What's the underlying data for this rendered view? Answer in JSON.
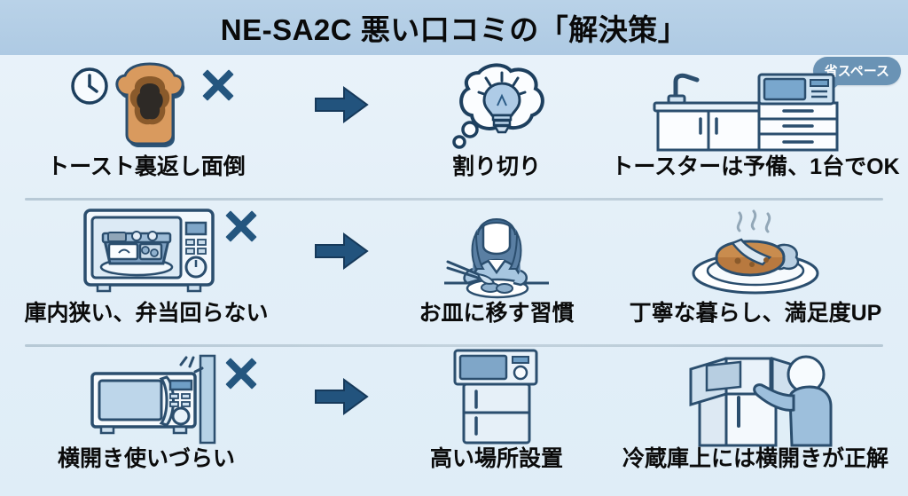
{
  "header": {
    "title": "NE-SA2C 悪い口コミの「解決策」"
  },
  "rows": [
    {
      "id": "row-toast",
      "problem": {
        "label": "トースト裏返し面倒",
        "icon": "burnt-toast-icon",
        "accessory_icon": "clock-icon",
        "mark": "x-mark"
      },
      "arrow": "arrow-right-icon",
      "middle": {
        "label": "割り切り",
        "icon": "thought-bubble-lightbulb-icon"
      },
      "solution": {
        "label": "トースターは予備、1台でOK",
        "icon": "kitchen-counter-microwave-icon",
        "badge": "省スペース"
      }
    },
    {
      "id": "row-bento",
      "problem": {
        "label": "庫内狭い、弁当回らない",
        "icon": "microwave-with-bento-icon",
        "mark": "x-mark"
      },
      "arrow": "arrow-right-icon",
      "middle": {
        "label": "お皿に移す習慣",
        "icon": "person-plating-food-icon"
      },
      "solution": {
        "label": "丁寧な暮らし、満足度UP",
        "icon": "steaming-plated-meal-icon"
      }
    },
    {
      "id": "row-door",
      "problem": {
        "label": "横開き使いづらい",
        "icon": "side-opening-microwave-wall-icon",
        "mark": "x-mark"
      },
      "arrow": "arrow-right-icon",
      "middle": {
        "label": "高い場所設置",
        "icon": "microwave-on-fridge-icon"
      },
      "solution": {
        "label": "冷蔵庫上には横開きが正解",
        "icon": "person-opening-microwave-on-fridge-icon"
      }
    }
  ],
  "colors": {
    "header_band": "#aecae3",
    "body_background": "#e6f1f9",
    "arrow": "#22537d",
    "x_mark": "#24567f",
    "badge": "#6a93b5",
    "outline": "#2b4e6e",
    "fill_light": "#f4f9fd",
    "fill_blue": "#a7c6e0",
    "divider": "#b7c9d6",
    "text": "#0b0b0b"
  }
}
